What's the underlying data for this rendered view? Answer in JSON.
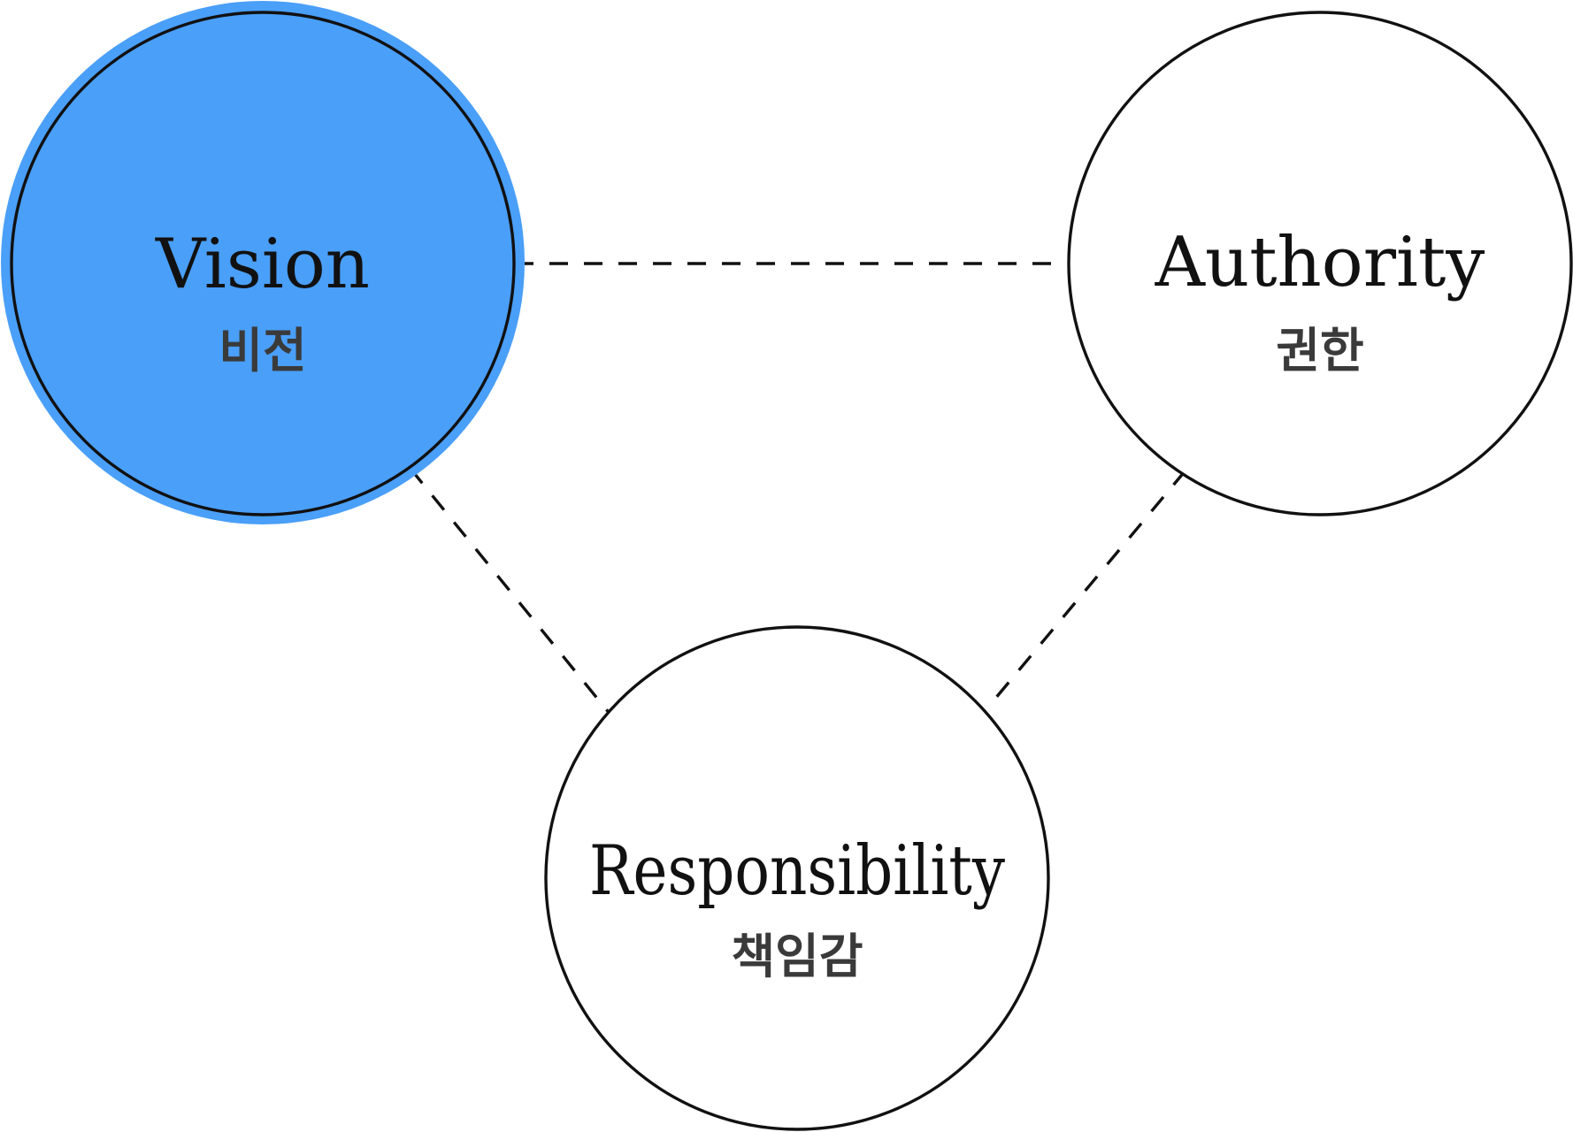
{
  "diagram": {
    "nodes": [
      {
        "id": "vision",
        "label": "Vision",
        "label_ko": "비전",
        "selected": true
      },
      {
        "id": "authority",
        "label": "Authority",
        "label_ko": "권한",
        "selected": false
      },
      {
        "id": "responsibility",
        "label": "Responsibility",
        "label_ko": "책임감",
        "selected": false
      }
    ],
    "edges": [
      {
        "from": "vision",
        "to": "authority",
        "style": "dashed"
      },
      {
        "from": "vision",
        "to": "responsibility",
        "style": "dashed"
      },
      {
        "from": "authority",
        "to": "responsibility",
        "style": "dashed"
      }
    ]
  },
  "colors": {
    "selected_fill": "#4a9ff8",
    "stroke": "#111111",
    "label_ko": "#3a3a3a",
    "background": "#ffffff"
  }
}
